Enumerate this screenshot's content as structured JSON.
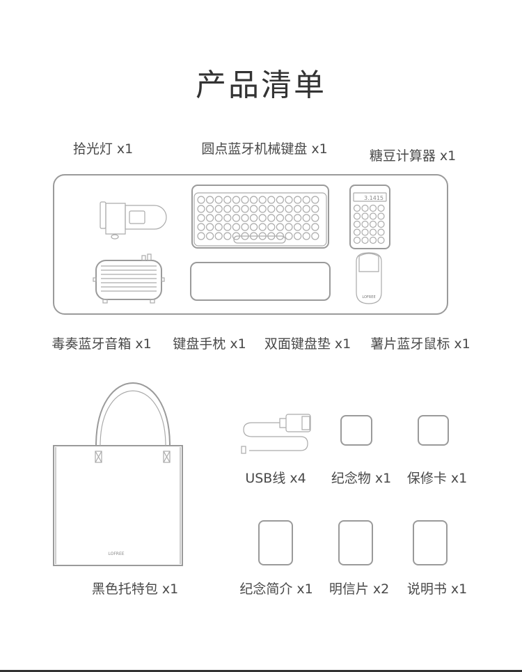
{
  "title": "产品清单",
  "desk_set": {
    "top_labels": [
      "拾光灯 x1",
      "圆点蓝牙机械键盘 x1",
      "糖豆计算器 x1"
    ],
    "bottom_labels": [
      "毒奏蓝牙音箱 x1",
      "键盘手枕 x1",
      "双面键盘垫 x1",
      "薯片蓝牙鼠标 x1"
    ],
    "calculator_display": "3.1415",
    "brand_mark": "LOFREE"
  },
  "accessories": {
    "bag_label": "黑色托特包 x1",
    "row1": [
      "USB线 x4",
      "纪念物 x1",
      "保修卡 x1"
    ],
    "row2": [
      "纪念简介 x1",
      "明信片 x2",
      "说明书 x1"
    ]
  },
  "colors": {
    "outline": "#9a9a9a",
    "text": "#484848",
    "title": "#333333"
  }
}
